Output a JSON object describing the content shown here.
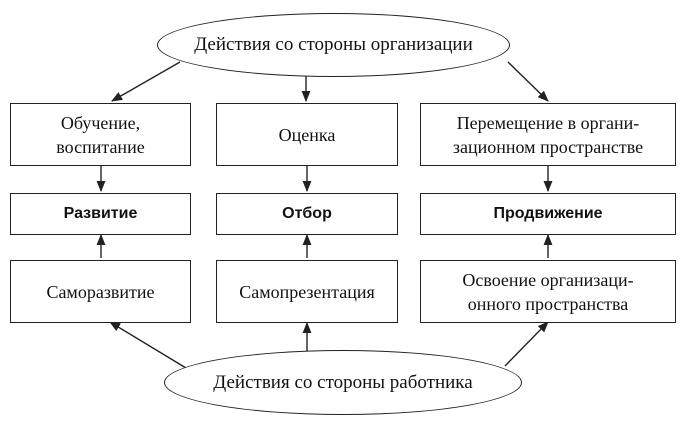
{
  "top": {
    "label": "Действия со стороны организации"
  },
  "bottom": {
    "label": "Действия со стороны работника"
  },
  "columns": [
    {
      "org_action": [
        "Обучение,",
        "воспитание"
      ],
      "outcome": "Развитие",
      "worker_action": [
        "Саморазвитие"
      ]
    },
    {
      "org_action": [
        "Оценка"
      ],
      "outcome": "Отбор",
      "worker_action": [
        "Самопрезентация"
      ]
    },
    {
      "org_action": [
        "Перемещение в органи-",
        "зационном пространстве"
      ],
      "outcome": "Продвижение",
      "worker_action": [
        "Освоение организаци-",
        "онного пространства"
      ]
    }
  ]
}
